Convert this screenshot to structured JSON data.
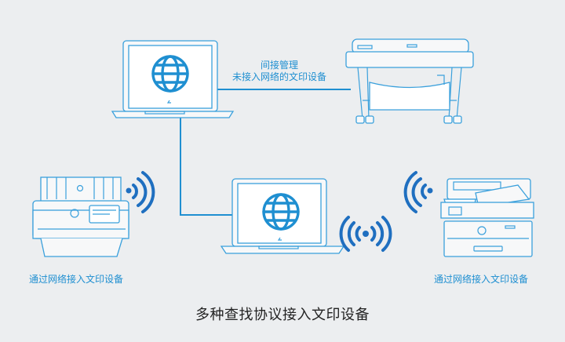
{
  "labels": {
    "indirect_line1": "间接管理",
    "indirect_line2": "未接入网络的文印设备",
    "left_caption": "通过网络接入文印设备",
    "right_caption": "通过网络接入文印设备"
  },
  "title": "多种查找协议接入文印设备",
  "colors": {
    "accent": "#1f8fd1",
    "background": "#eceef0",
    "device_fill": "#f6f7f8",
    "device_stroke": "#3aa0dc"
  }
}
